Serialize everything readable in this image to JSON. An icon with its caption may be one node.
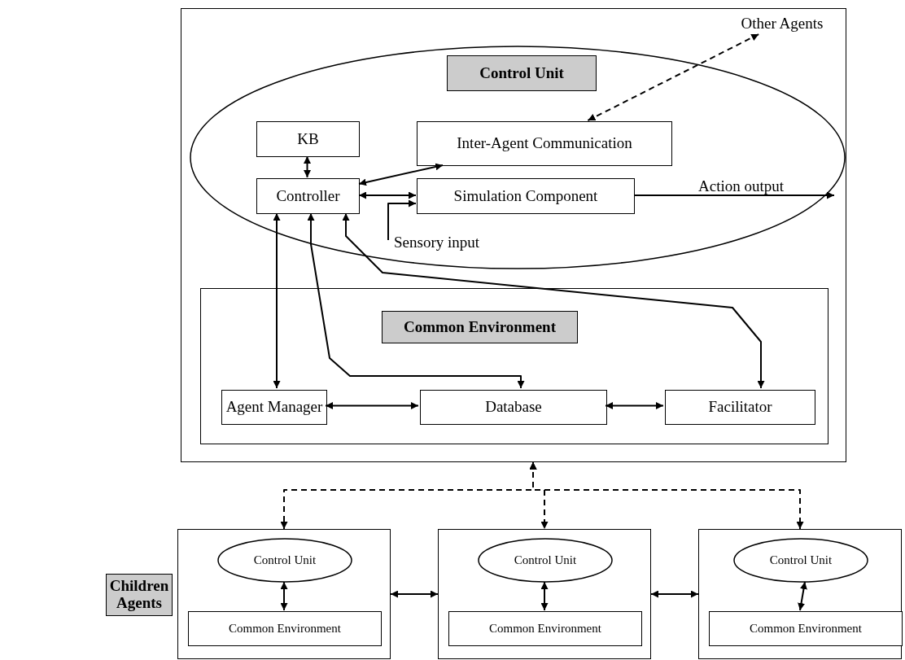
{
  "diagram": {
    "nodes": [
      {
        "text": [],
        "shape": "box"
      },
      {
        "text": [
          "Control Unit"
        ],
        "in": 0
      },
      {
        "text": [
          "KB"
        ],
        "in": 1
      },
      {
        "text": [
          "Inter-Agent Communication"
        ],
        "in": 1
      },
      {
        "text": [
          "Controller"
        ],
        "in": 1
      },
      {
        "text": [
          "Simulation Component"
        ],
        "in": 1
      },
      {
        "text": [
          "Other Agents"
        ],
        "in": 0
      },
      {
        "text": [
          "Common Environment"
        ],
        "in": 0
      },
      {
        "text": [
          "Agent Manager"
        ],
        "in": 7
      },
      {
        "text": [
          "Database"
        ],
        "in": 7
      },
      {
        "text": [
          "Facilitator"
        ],
        "in": 7
      },
      {
        "text": [
          "Children Agents"
        ]
      },
      {
        "text": [],
        "shape": "box"
      },
      {
        "text": [
          "Control Unit"
        ],
        "in": 12
      },
      {
        "text": [
          "Common Environment"
        ],
        "in": 12
      },
      {
        "text": [],
        "shape": "box"
      },
      {
        "text": [
          "Control Unit"
        ],
        "in": 15
      },
      {
        "text": [
          "Common Environment"
        ],
        "in": 15
      },
      {
        "text": [],
        "shape": "box"
      },
      {
        "text": [
          "Control Unit"
        ],
        "in": 18
      },
      {
        "text": [
          "Common Environment"
        ],
        "in": 18
      }
    ],
    "edges": [
      {
        "from": 2,
        "to": 4,
        "arrow": "both"
      },
      {
        "from": 4,
        "to": 3,
        "arrow": "both"
      },
      {
        "from": 4,
        "to": 5,
        "arrow": "both"
      },
      {
        "from": 3,
        "to": 6,
        "arrow": "both",
        "style": "dashed"
      },
      {
        "from": 5,
        "to": null,
        "arrow": "to",
        "label": "Action output"
      },
      {
        "from": null,
        "to": 5,
        "arrow": "to",
        "label": "Sensory input"
      },
      {
        "from": 4,
        "to": 8,
        "arrow": "both"
      },
      {
        "from": 4,
        "to": 9,
        "arrow": "both"
      },
      {
        "from": 4,
        "to": 10,
        "arrow": "both"
      },
      {
        "from": 8,
        "to": 9,
        "arrow": "both"
      },
      {
        "from": 9,
        "to": 10,
        "arrow": "both"
      },
      {
        "from": 0,
        "to": 12,
        "arrow": "both",
        "style": "dashed"
      },
      {
        "from": 0,
        "to": 15,
        "arrow": "both",
        "style": "dashed"
      },
      {
        "from": 0,
        "to": 18,
        "arrow": "both",
        "style": "dashed"
      },
      {
        "from": 13,
        "to": 14,
        "arrow": "both"
      },
      {
        "from": 16,
        "to": 17,
        "arrow": "both"
      },
      {
        "from": 19,
        "to": 20,
        "arrow": "both"
      },
      {
        "from": 12,
        "to": 15,
        "arrow": "both"
      },
      {
        "from": 15,
        "to": 18,
        "arrow": "both"
      }
    ]
  }
}
